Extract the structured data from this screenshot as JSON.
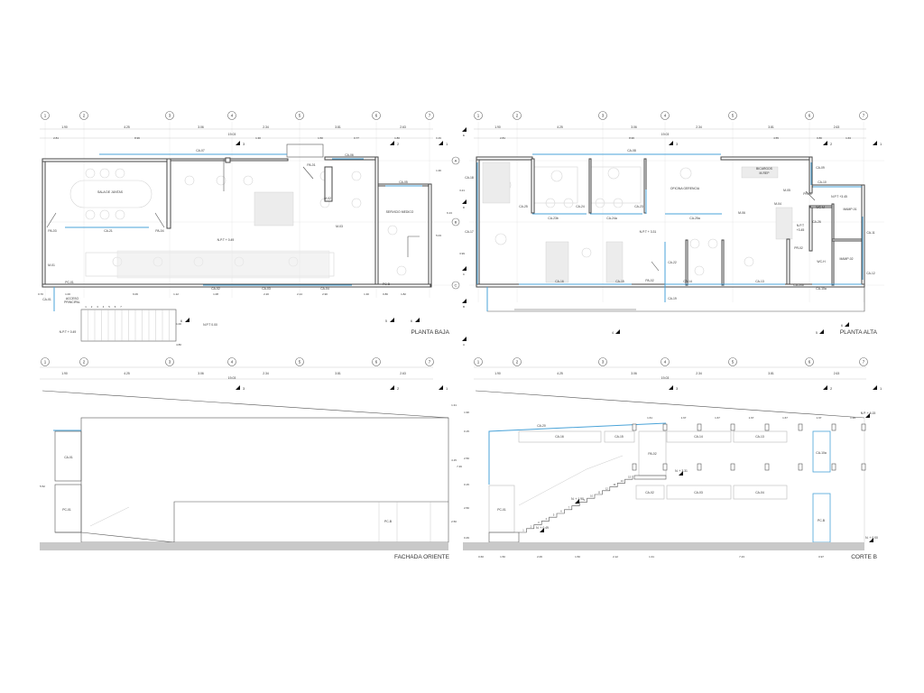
{
  "grid_axes": [
    "1",
    "2",
    "3",
    "4",
    "5",
    "6",
    "7"
  ],
  "axis_dims": [
    "1.90",
    "4.25",
    "3.06",
    "2.34",
    "3.81",
    "2.63"
  ],
  "total_length": "19.03",
  "section_marks": [
    "3",
    "2",
    "1"
  ],
  "planta_baja": {
    "title": "PLANTA BAJA",
    "rooms": {
      "sala": "SALA DE JUNTAS",
      "medico": "SERVICIO MEDICO"
    },
    "labels": {
      "ca07": "CA-07",
      "ca06": "CA-06",
      "ca05": "CA-05",
      "ca21": "CA-21",
      "pa03": "PA-03",
      "pa04": "PA-04",
      "pa01": "PA-01",
      "m01": "M-01",
      "m02": "M-02",
      "m03": "M-03",
      "pc01": "PC-01",
      "pcb": "PC-B",
      "ca01": "CA-01",
      "ca02": "CA-02",
      "ca03": "CA-03",
      "ca04": "CA-04"
    },
    "access_1": "ACCESO",
    "access_2": "PRINCIPAL",
    "level_main": "N.P.T + 0.49",
    "level_street": "N.P.T 0.00",
    "level_access": "N.P.T + 0.49",
    "stair_steps": [
      "1",
      "2",
      "3",
      "4",
      "5",
      "6",
      "7"
    ],
    "sub_dims": [
      "2.81",
      "8.96",
      "1.30",
      "1.50",
      "0.77",
      "1.80",
      "0.49"
    ],
    "bottom_dims": [
      "0.70",
      "1.00",
      "6.06",
      "1.12",
      "1.08",
      "2.20",
      "2.14",
      "2.90",
      "1.30",
      "0.80",
      "1.82"
    ],
    "side_dims": [
      "1.36",
      "6.13",
      "5.03",
      "1.00",
      "4.80"
    ],
    "markers": [
      "6",
      "5",
      "6"
    ],
    "row_marks": [
      "A",
      "B",
      "C"
    ]
  },
  "planta_alta": {
    "title": "PLANTA ALTA",
    "rooms": {
      "gerencia": "OFICINA GERENCIA",
      "bicargos_1": "BICARGOS",
      "bicargos_2": "M-REP",
      "wcm": "WC-M",
      "wch": "WC-H",
      "mamp01": "MAMP-01",
      "mamp02": "MAMP-02"
    },
    "labels": {
      "ca08": "CA-08",
      "ca18": "CA-18",
      "ca17": "CA-17",
      "ca25": "CA-25",
      "ca23b": "CA-23b",
      "ca24": "CA-24",
      "ca24a": "CA-24a",
      "ca23": "CA-23",
      "ca25a": "CA-25a",
      "m06": "M-06",
      "m04": "M-04",
      "m05": "M-05",
      "pr01": "PR-01",
      "pr02": "PR-02",
      "ca09": "CA-09",
      "ca10": "CA-10",
      "ca26": "CA-26",
      "ca11": "CA-11",
      "ca12": "CA-12",
      "ca22": "CA-22",
      "ca16": "CA-16",
      "ca15": "CA-15",
      "pa02": "PA-02",
      "ca14": "CA-14",
      "ca13": "CA-13",
      "ca20b": "CA-20b",
      "ca10a": "CA-10a",
      "ca19": "CA-19"
    },
    "level_main": "N.P.T + 3.31",
    "level_wc": "N.P.T +3.45",
    "level_hall_1": "N.P.T",
    "level_hall_2": "+3.45",
    "sub_dims": [
      "2.81",
      "8.96",
      "4.55",
      "0.80",
      "1.63"
    ],
    "side_dims": [
      "3.21",
      "3.99"
    ],
    "row_marks": [
      "E",
      "D",
      "C",
      "B",
      "A"
    ],
    "markers": [
      "4",
      "5",
      "6"
    ]
  },
  "fachada_oriente": {
    "title": "FACHADA ORIENTE",
    "labels": {
      "ca01": "CA-01",
      "pc01": "PC-01",
      "pcb": "PC-B"
    },
    "dims": {
      "top": "1.31",
      "mid": "4.15",
      "total": "7.46",
      "low": "2.50",
      "left": "5.52"
    }
  },
  "corte_b": {
    "title": "CORTE B",
    "labels": {
      "ca20": "CA-20",
      "ca16": "CA-16",
      "ca15": "CA-15",
      "pa02": "PA-02",
      "ca14": "CA-14",
      "ca13": "CA-13",
      "ca10a": "CA-10a",
      "ca02": "CA-02",
      "ca03": "CA-03",
      "ca04": "CA-04",
      "pc01": "PC-01",
      "pcb": "PC-B"
    },
    "levels": {
      "n331": "N. + 3.31",
      "n190": "N. + 1.90",
      "n049": "N. + 0.49",
      "n000": "N. + 0.00",
      "np615": "N.P. + 6.15"
    },
    "stair_steps": [
      "1",
      "2",
      "3",
      "4",
      "5",
      "6",
      "7",
      "8",
      "9",
      "10",
      "11",
      "12",
      "13",
      "14",
      "15"
    ],
    "bottom_dims": [
      "0.60",
      "1.50",
      "2.06",
      "1.50",
      "2.12",
      "1.31",
      "7.23",
      "0.97"
    ],
    "left_dims": [
      "1.90",
      "0.15",
      "2.50",
      "0.15",
      "2.50",
      "0.49"
    ],
    "bay_dims": [
      "1.61",
      "1.67",
      "1.67",
      "1.67",
      "1.67",
      "1.67",
      "1.39"
    ]
  },
  "colors": {
    "glazing": "#4aa3d8",
    "ground": "#c9c9c9",
    "walls": "#444444"
  }
}
